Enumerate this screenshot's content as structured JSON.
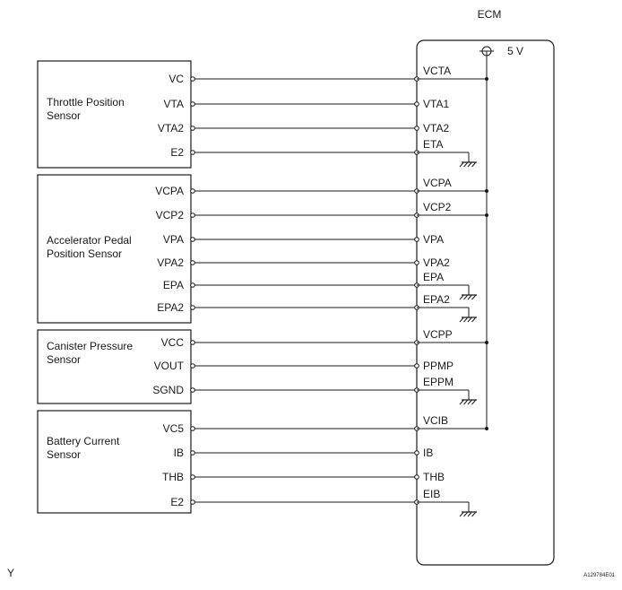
{
  "ecm": {
    "title": "ECM",
    "supply": "5 V"
  },
  "sensors": [
    {
      "name": [
        "Throttle Position",
        "Sensor"
      ],
      "pins": [
        {
          "pin": "VC",
          "ecm": "VCTA",
          "supply": true
        },
        {
          "pin": "VTA",
          "ecm": "VTA1"
        },
        {
          "pin": "VTA2",
          "ecm": "VTA2"
        },
        {
          "pin": "E2",
          "ecm": "ETA",
          "ground": true
        }
      ]
    },
    {
      "name": [
        "Accelerator Pedal",
        "Position Sensor"
      ],
      "pins": [
        {
          "pin": "VCPA",
          "ecm": "VCPA",
          "supply": true
        },
        {
          "pin": "VCP2",
          "ecm": "VCP2",
          "supply": true
        },
        {
          "pin": "VPA",
          "ecm": "VPA"
        },
        {
          "pin": "VPA2",
          "ecm": "VPA2"
        },
        {
          "pin": "EPA",
          "ecm": "EPA",
          "ground": true
        },
        {
          "pin": "EPA2",
          "ecm": "EPA2",
          "ground": true
        }
      ]
    },
    {
      "name": [
        "Canister Pressure",
        "Sensor"
      ],
      "pins": [
        {
          "pin": "VCC",
          "ecm": "VCPP",
          "supply": true
        },
        {
          "pin": "VOUT",
          "ecm": "PPMP"
        },
        {
          "pin": "SGND",
          "ecm": "EPPM",
          "ground": true
        }
      ]
    },
    {
      "name": [
        "Battery Current",
        "Sensor"
      ],
      "pins": [
        {
          "pin": "VC5",
          "ecm": "VCIB",
          "supply": true
        },
        {
          "pin": "IB",
          "ecm": "IB"
        },
        {
          "pin": "THB",
          "ecm": "THB"
        },
        {
          "pin": "E2",
          "ecm": "EIB",
          "ground": true
        }
      ]
    }
  ],
  "footer": {
    "left_mark": "Y",
    "figure_code": "A129784E01"
  }
}
